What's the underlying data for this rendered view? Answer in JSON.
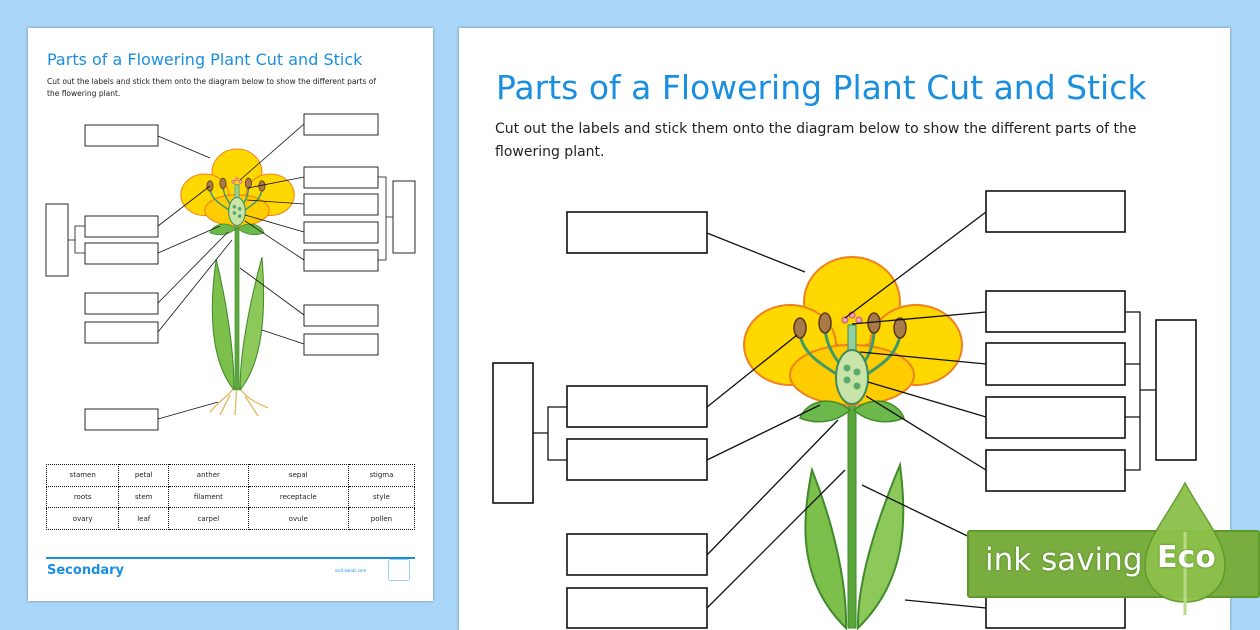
{
  "worksheet": {
    "title": "Parts of a Flowering Plant Cut and Stick",
    "instructions": "Cut out the labels and stick them onto the diagram below to show the different parts of the flowering plant."
  },
  "label_table": [
    [
      "stamen",
      "petal",
      "anther",
      "sepal",
      "stigma"
    ],
    [
      "roots",
      "stem",
      "filament",
      "receptacle",
      "style"
    ],
    [
      "ovary",
      "leaf",
      "carpel",
      "ovule",
      "pollen"
    ]
  ],
  "footer": {
    "level": "Secondary",
    "site": "visit twinkl.com"
  },
  "badge": {
    "text": "ink saving",
    "word": "Eco"
  },
  "colors": {
    "background": "#a9d6f8",
    "title": "#1a8fe0",
    "petal": "#ffd800",
    "badge": "#7aad3f"
  }
}
